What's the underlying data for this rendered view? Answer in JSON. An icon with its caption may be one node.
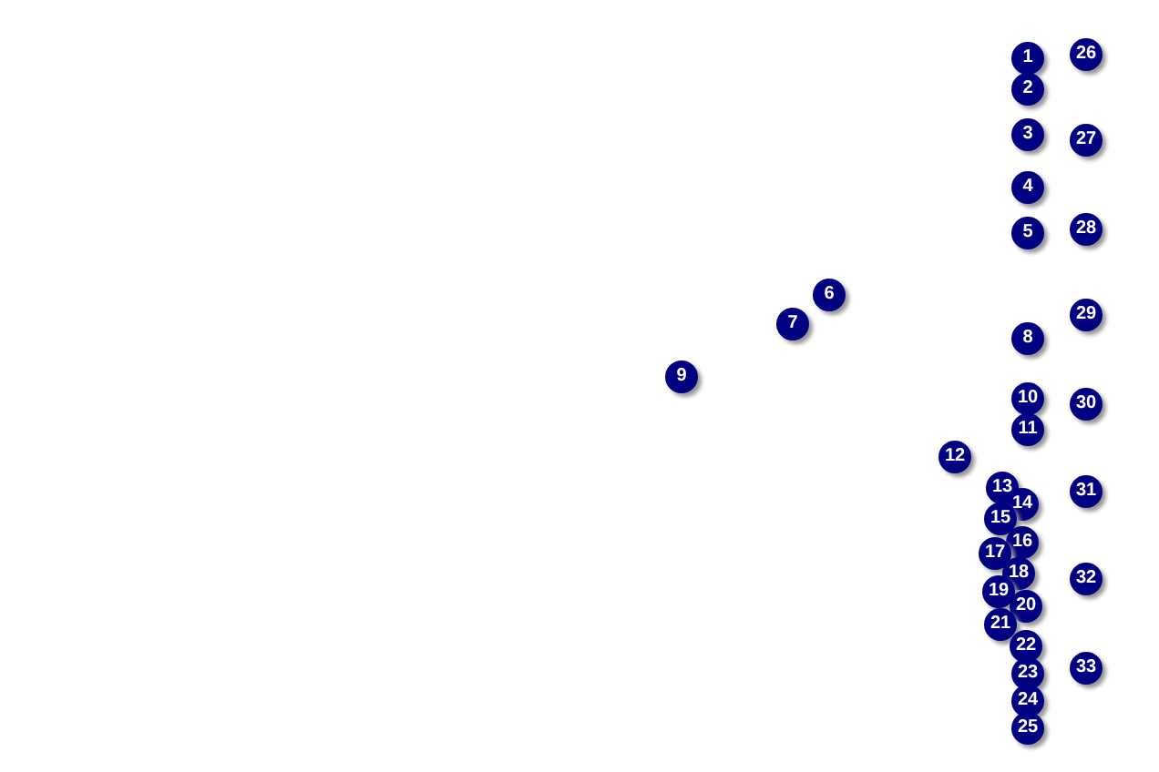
{
  "diagram": {
    "labels": [
      "1",
      "2",
      "3",
      "4",
      "5",
      "6",
      "7",
      "8",
      "9",
      "10",
      "11",
      "12",
      "13",
      "14",
      "15",
      "16",
      "17",
      "18",
      "19",
      "20",
      "21",
      "22",
      "23",
      "24",
      "25",
      "26",
      "27",
      "28",
      "29",
      "30",
      "31",
      "32",
      "33"
    ]
  }
}
